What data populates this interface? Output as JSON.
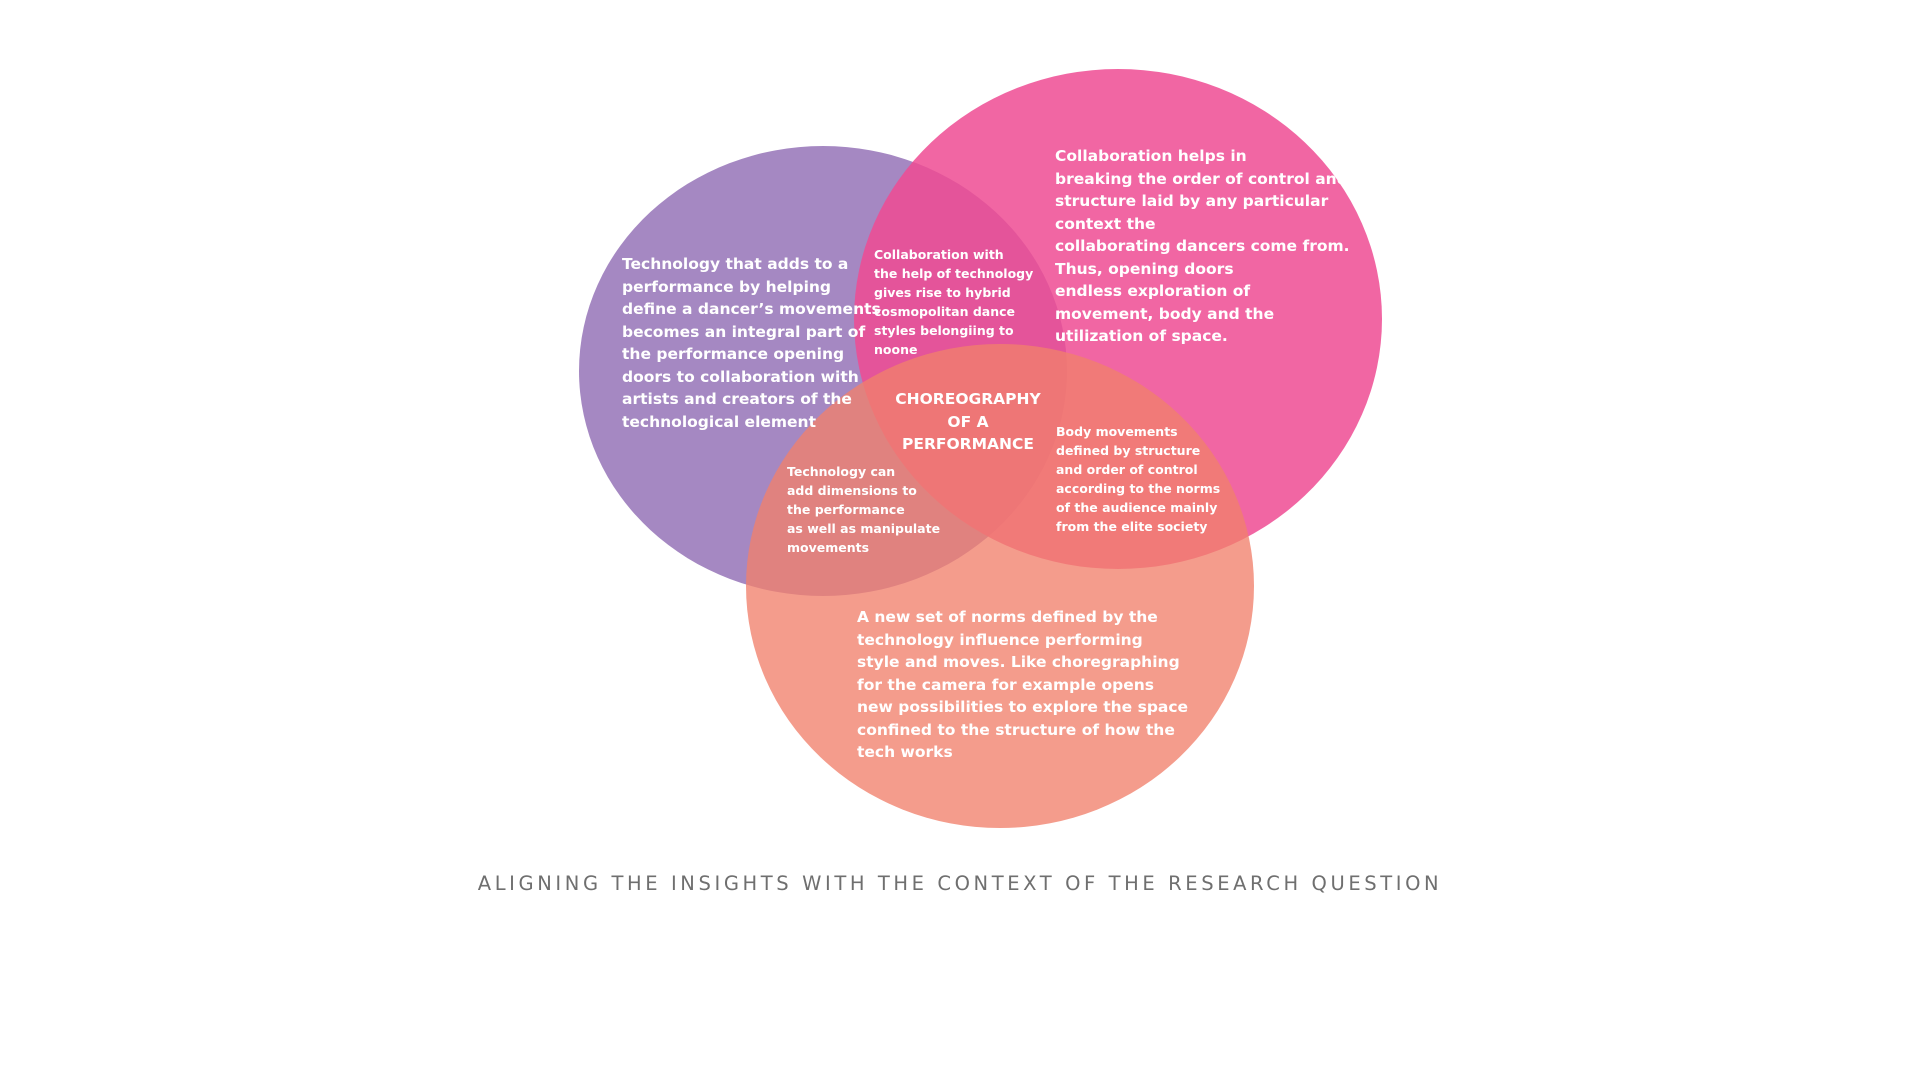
{
  "diagram": {
    "circles": [
      {
        "name": "technology-circle",
        "color": "#8e6ab3",
        "opacity": 0.8
      },
      {
        "name": "collaboration-circle",
        "color": "#ee4b93",
        "opacity": 0.85
      },
      {
        "name": "norms-circle",
        "color": "#f1806c",
        "opacity": 0.78
      }
    ],
    "labels": {
      "technology": "Technology that adds to a\nperformance by helping\ndefine a dancer’s movements\nbecomes an integral part of\nthe performance opening\ndoors to collaboration with\nartists and creators of the\ntechnological element",
      "collaboration": "Collaboration helps in\nbreaking the order of control and\nstructure laid by any particular\ncontext the\ncollaborating dancers come from.\nThus, opening doors\nendless exploration of\nmovement, body and the\nutilization of space.",
      "norms": "A new set of norms defined by the\ntechnology influence performing\nstyle and moves. Like choregraphing\nfor the camera for example opens\nnew possibilities to explore the space\nconfined to the structure of how the\ntech works",
      "tech_collab": "Collaboration with\nthe help of technology\ngives rise to hybrid\ncosmopolitan dance\nstyles belongiing to\nnoone",
      "collab_norms": "Body movements\ndefined by structure\nand order of control\naccording to the norms\nof the audience mainly\nfrom the elite society",
      "tech_norms": "Technology can\nadd dimensions to\nthe performance\nas well as manipulate\nmovements",
      "center": "CHOREOGRAPHY\nOF A\nPERFORMANCE"
    }
  },
  "caption": "ALIGNING THE INSIGHTS WITH THE CONTEXT OF THE RESEARCH QUESTION"
}
